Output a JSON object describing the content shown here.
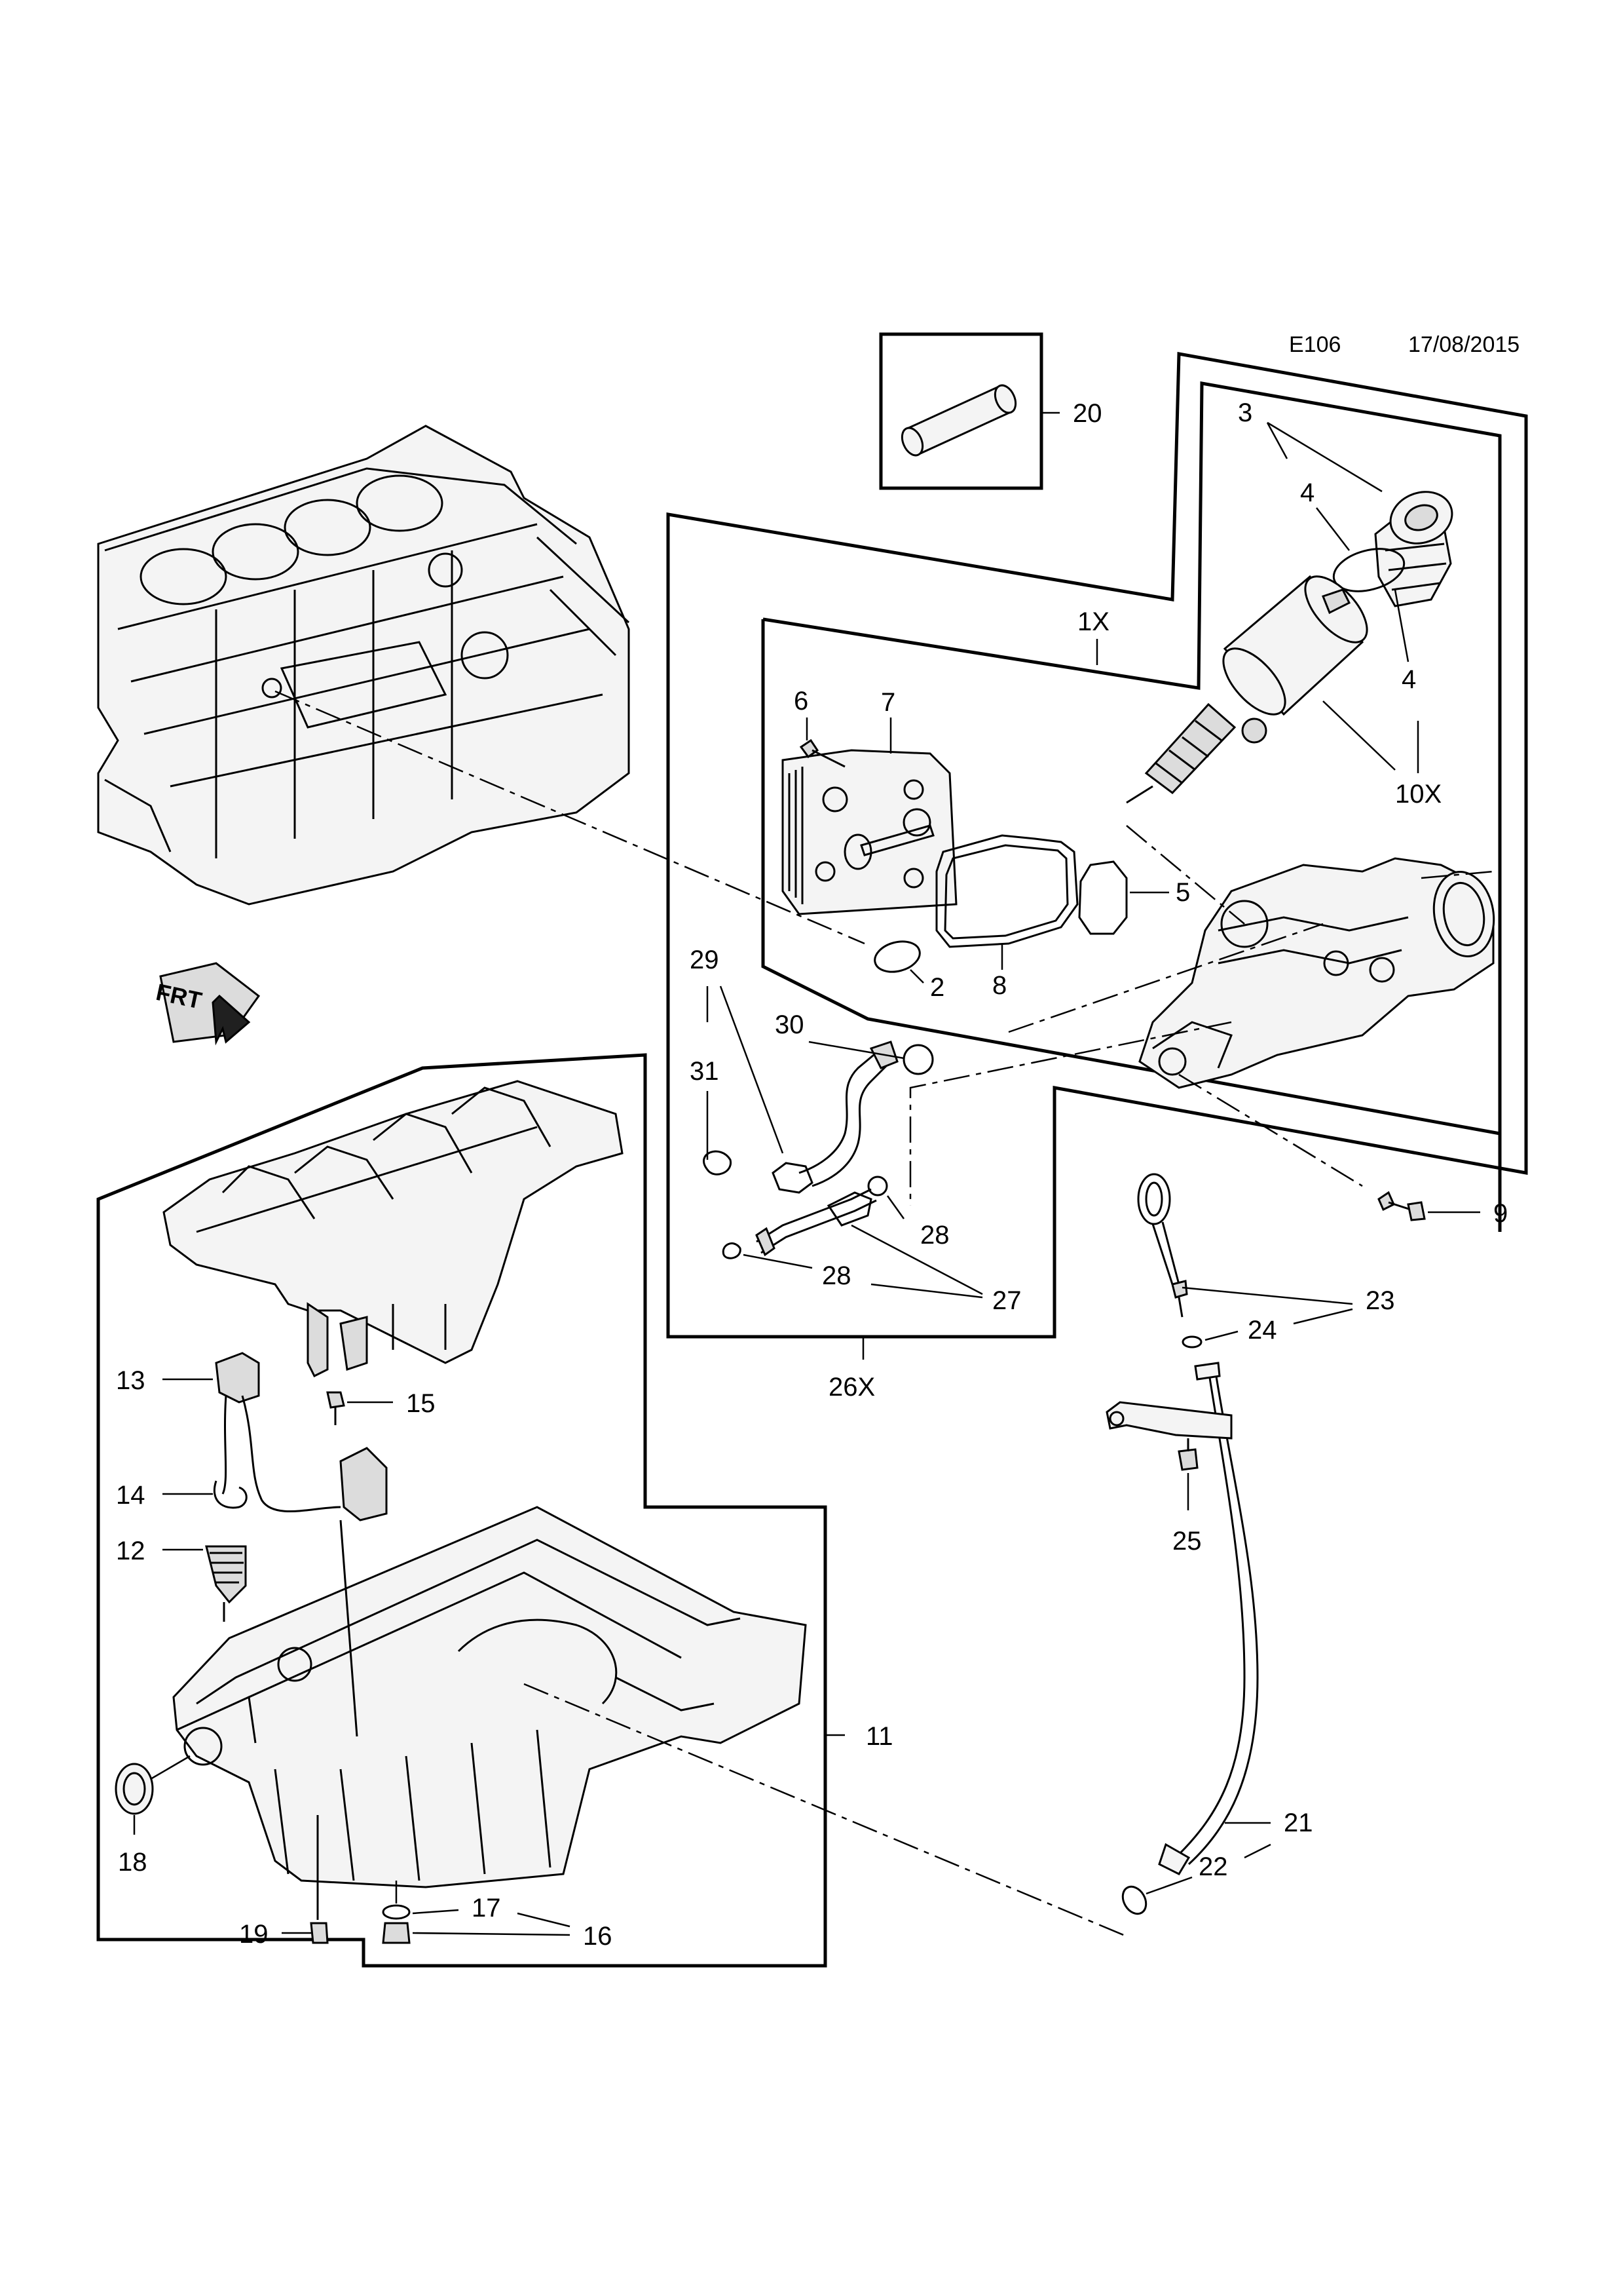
{
  "header": {
    "diagram_code": "E106",
    "date": "17/08/2015"
  },
  "orientation_marker": {
    "label": "FRT",
    "icon": "front-direction-arrow-icon"
  },
  "callouts": {
    "c1x": "1X",
    "c2": "2",
    "c3": "3",
    "c4a": "4",
    "c4b": "4",
    "c5": "5",
    "c6": "6",
    "c7": "7",
    "c8": "8",
    "c9": "9",
    "c10x": "10X",
    "c11": "11",
    "c12": "12",
    "c13": "13",
    "c14": "14",
    "c15": "15",
    "c16": "16",
    "c17": "17",
    "c18": "18",
    "c19": "19",
    "c20": "20",
    "c21": "21",
    "c22": "22",
    "c23": "23",
    "c24": "24",
    "c25": "25",
    "c26x": "26X",
    "c27": "27",
    "c28a": "28",
    "c28b": "28",
    "c29": "29",
    "c30": "30",
    "c31": "31"
  }
}
